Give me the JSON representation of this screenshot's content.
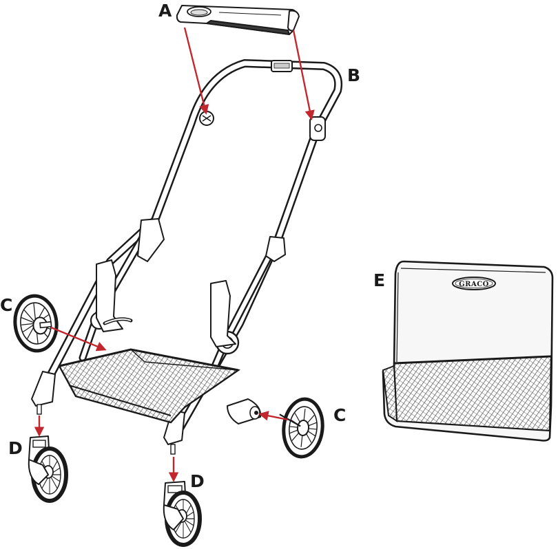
{
  "labels": {
    "a": "A",
    "b": "B",
    "c_left": "C",
    "c_right": "C",
    "d_left": "D",
    "d_right": "D",
    "e": "E"
  },
  "brand": "GRACO",
  "colors": {
    "arrow": "#c1272d",
    "line": "#1a1a1a",
    "mesh": "#555555",
    "bag_fill": "#f7f7f7"
  }
}
